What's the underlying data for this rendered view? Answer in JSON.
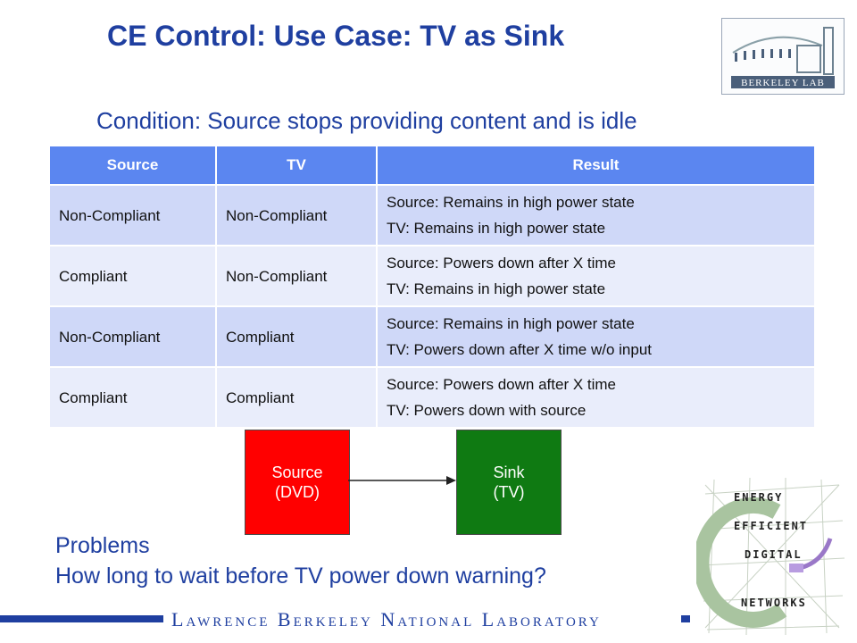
{
  "title": "CE Control: Use Case: TV as Sink",
  "subtitle": "Condition: Source stops providing content and is idle",
  "table": {
    "headers": [
      "Source",
      "TV",
      "Result"
    ],
    "rows": [
      {
        "source": "Non-Compliant",
        "tv": "Non-Compliant",
        "result1": "Source: Remains in high power state",
        "result2": "TV: Remains in high power state"
      },
      {
        "source": "Compliant",
        "tv": "Non-Compliant",
        "result1": "Source: Powers down after X time",
        "result2": "TV: Remains in high power state"
      },
      {
        "source": "Non-Compliant",
        "tv": "Compliant",
        "result1": "Source: Remains in high power state",
        "result2": "TV: Powers down after X time w/o input"
      },
      {
        "source": "Compliant",
        "tv": "Compliant",
        "result1": "Source: Powers down after X time",
        "result2": "TV: Powers down with source"
      }
    ]
  },
  "diagram": {
    "source_line1": "Source",
    "source_line2": "(DVD)",
    "sink_line1": "Sink",
    "sink_line2": "(TV)"
  },
  "problems": {
    "heading": "Problems",
    "question": "How long to wait before TV power down warning?"
  },
  "footer": "Lawrence Berkeley National Laboratory",
  "logos": {
    "berkeley_lab_text": "BERKELEY LAB",
    "eedn_lines": [
      "ENERGY",
      "EFFICIENT",
      "DIGITAL",
      "NETWORKS"
    ]
  },
  "colors": {
    "title_blue": "#1f3fa0",
    "header_blue": "#5b86f0",
    "source_red": "#ff0000",
    "sink_green": "#0f7a12"
  }
}
